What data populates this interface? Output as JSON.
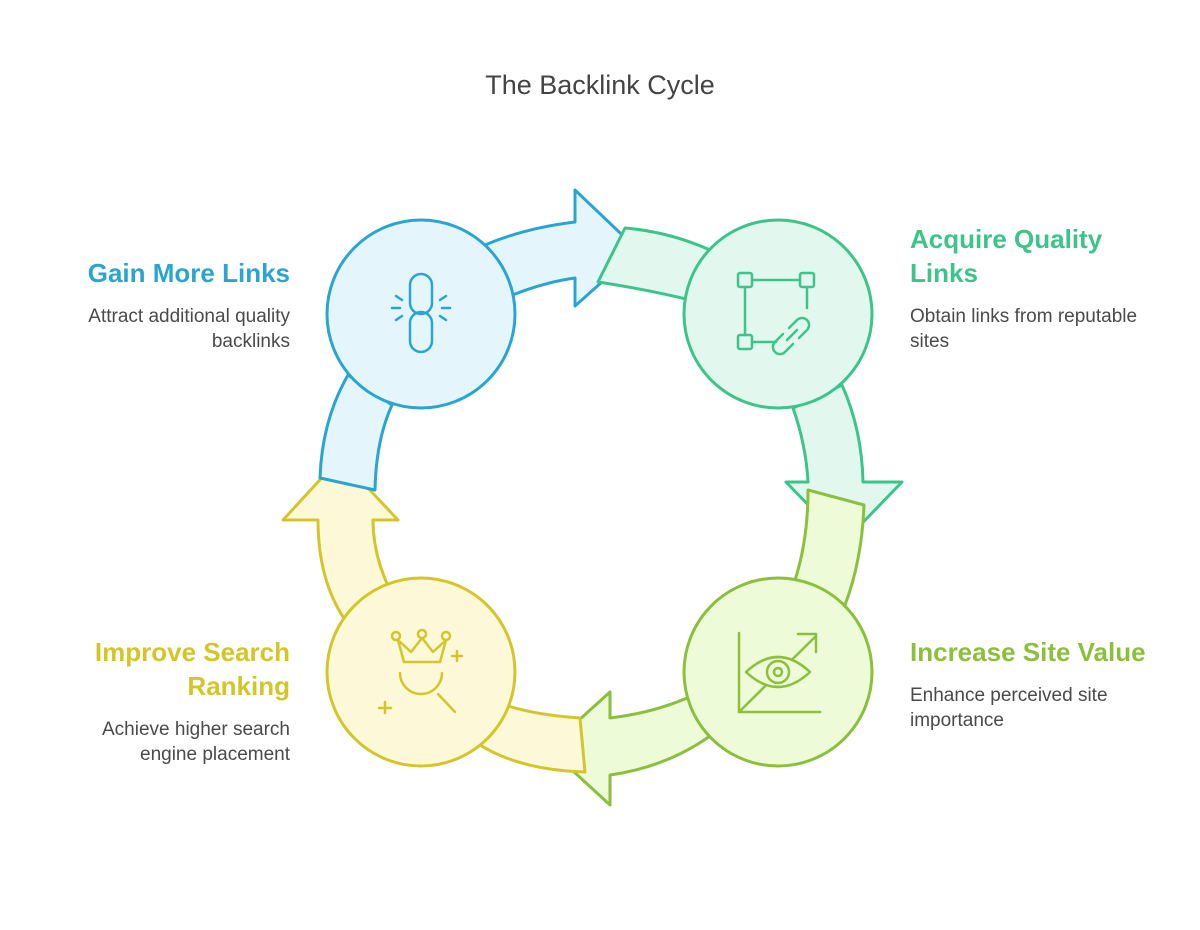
{
  "title": "The Backlink Cycle",
  "steps": [
    {
      "heading": "Gain More Links",
      "description": "Attract additional quality backlinks",
      "color": "#2aa5d3",
      "fill": "#e4f6fc",
      "icon": "broken-link-icon"
    },
    {
      "heading": "Acquire Quality Links",
      "description": "Obtain links from reputable sites",
      "color": "#3cc48a",
      "fill": "#e2f8ee",
      "icon": "link-network-icon"
    },
    {
      "heading": "Increase Site Value",
      "description": "Enhance perceived site importance",
      "color": "#8bbf3c",
      "fill": "#eefbd9",
      "icon": "eye-growth-chart-icon"
    },
    {
      "heading": "Improve Search Ranking",
      "description": "Achieve higher search engine placement",
      "color": "#d4c62a",
      "fill": "#fcf8d8",
      "icon": "crown-search-icon"
    }
  ]
}
